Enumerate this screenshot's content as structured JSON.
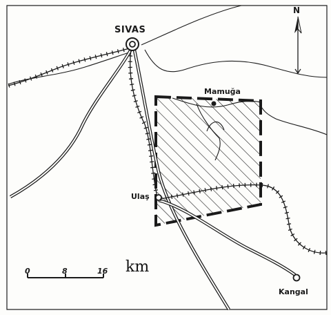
{
  "map": {
    "places": {
      "sivas": "SIVAS",
      "mamuga": "Mamuğa",
      "ulas": "Ulaş",
      "kangal": "Kangal"
    },
    "north_label": "N",
    "scale": {
      "unit": "km",
      "ticks": [
        "0",
        "8",
        "16"
      ]
    },
    "colors": {
      "ink": "#1a1a1a",
      "paper": "#fdfdfb"
    },
    "legend_icons": [
      "north-arrow-icon",
      "city-marker-icon",
      "town-marker-icon"
    ]
  }
}
